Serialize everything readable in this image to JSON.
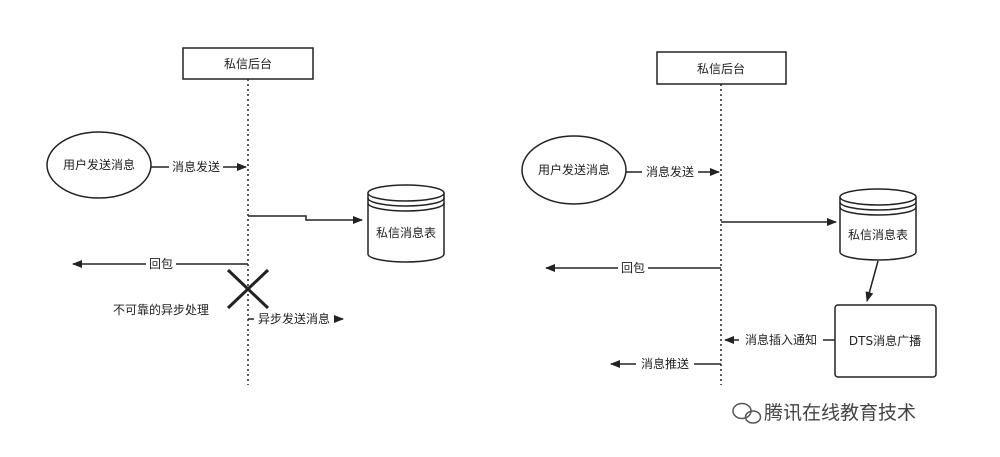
{
  "left": {
    "server": "私信后台",
    "sender": "用户发送消息",
    "send_msg": "消息发送",
    "db": "私信消息表",
    "reply": "回包",
    "unreliable": "不可靠的异步处理",
    "async_send": "异步发送消息"
  },
  "right": {
    "server": "私信后台",
    "sender": "用户发送消息",
    "send_msg": "消息发送",
    "db": "私信消息表",
    "reply": "回包",
    "dts": "DTS消息广播",
    "insert_notify": "消息插入通知",
    "push": "消息推送"
  },
  "watermark": "腾讯在线教育技术"
}
